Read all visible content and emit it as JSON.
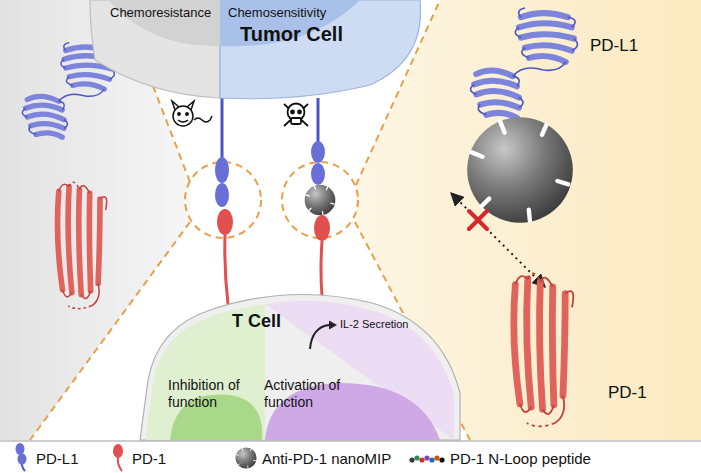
{
  "diagram": {
    "nodes": [
      {
        "text": [
          "Chemoresistance",
          "Chemosensitivity",
          "Tumor Cell"
        ]
      },
      {
        "text": [
          "T Cell",
          "IL-2 Secretion",
          "Inhibition of function",
          "Activation of function"
        ]
      }
    ],
    "labels": [
      "PD-L1",
      "PD-1"
    ],
    "legend": [
      {
        "text": "PD-L1"
      },
      {
        "text": "PD-1"
      },
      {
        "text": "Anti-PD-1 nanoMIP"
      },
      {
        "text": "PD-1 N-Loop peptide"
      }
    ]
  }
}
